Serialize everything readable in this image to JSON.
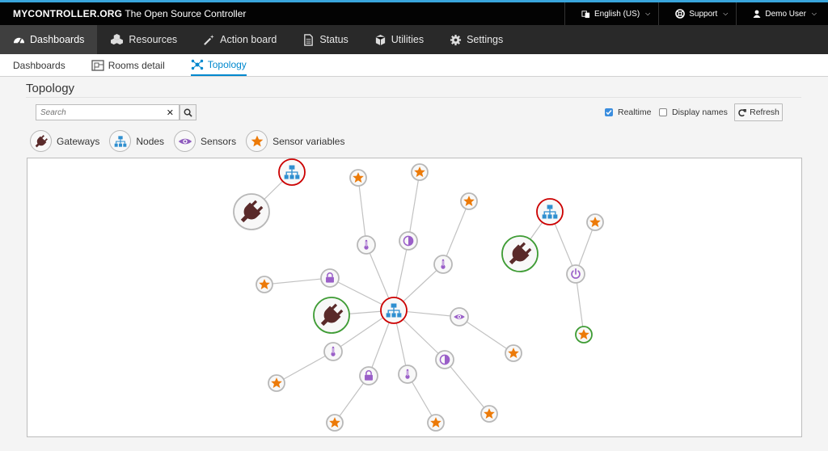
{
  "app": {
    "brand_bold": "MYCONTROLLER.ORG",
    "brand_rest": " The Open Source Controller",
    "accent_color": "#39a5dc"
  },
  "topbar": {
    "language": "English (US)",
    "support": "Support",
    "user": "Demo User"
  },
  "nav": {
    "items": [
      {
        "label": "Dashboards",
        "icon": "dashboard-icon"
      },
      {
        "label": "Resources",
        "icon": "cubes-icon"
      },
      {
        "label": "Action board",
        "icon": "magic-wand-icon"
      },
      {
        "label": "Status",
        "icon": "document-icon"
      },
      {
        "label": "Utilities",
        "icon": "cube-icon"
      },
      {
        "label": "Settings",
        "icon": "gear-icon"
      }
    ],
    "active": "Dashboards"
  },
  "subnav": {
    "items": [
      {
        "label": "Dashboards"
      },
      {
        "label": "Rooms detail",
        "icon": "rooms-icon"
      },
      {
        "label": "Topology",
        "icon": "topology-icon"
      }
    ],
    "active": "Topology"
  },
  "page": {
    "title": "Topology"
  },
  "search": {
    "placeholder": "Search",
    "value": ""
  },
  "options": {
    "realtime_label": "Realtime",
    "realtime_checked": true,
    "display_names_label": "Display names",
    "display_names_checked": false,
    "refresh_label": "Refresh"
  },
  "legend": {
    "items": [
      {
        "label": "Gateways",
        "icon": "plug-icon",
        "color": "#5a2a2a"
      },
      {
        "label": "Nodes",
        "icon": "sitemap-icon",
        "color": "#2f8fd0"
      },
      {
        "label": "Sensors",
        "icon": "eye-icon",
        "color": "#8e5bbd"
      },
      {
        "label": "Sensor variables",
        "icon": "star-icon",
        "color": "#ec7a08"
      }
    ]
  },
  "colors": {
    "gateway_up_ring": "#3f9c35",
    "gateway_down_ring": "#b8b8b8",
    "node_ring": "#cc0000",
    "sensor_ring": "#b8b8b8",
    "sensor_var_up_ring": "#3f9c35",
    "gateway_icon": "#5a2a2a",
    "node_icon": "#2f8fd0",
    "sensor_icon": "#9a5fc8",
    "sensor_var_icon": "#ec7a08",
    "edge": "#c2c2c2"
  }
}
